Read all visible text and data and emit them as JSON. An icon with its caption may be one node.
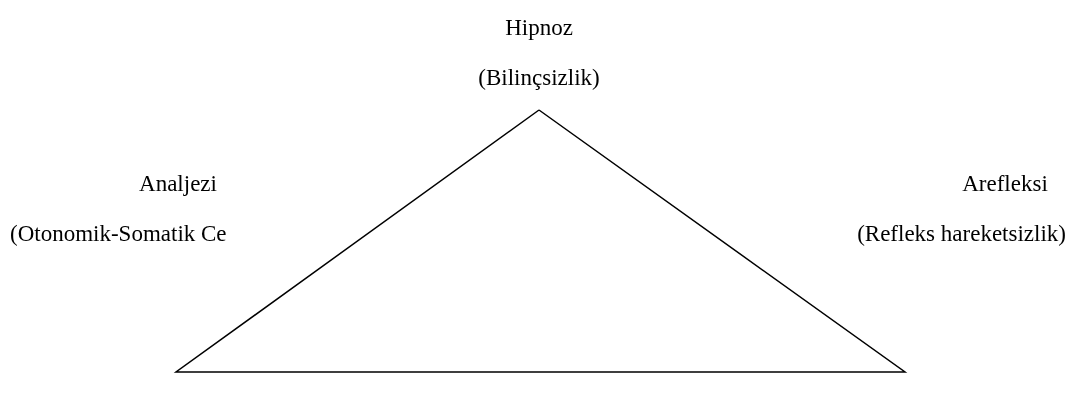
{
  "diagram": {
    "labels": [
      "Hipnoz",
      "(Bilinçsizlik)",
      "Analjezi",
      "(Otonomik-Somatik Ce",
      "Arefleksi",
      "(Refleks hareketsizlik)"
    ]
  }
}
